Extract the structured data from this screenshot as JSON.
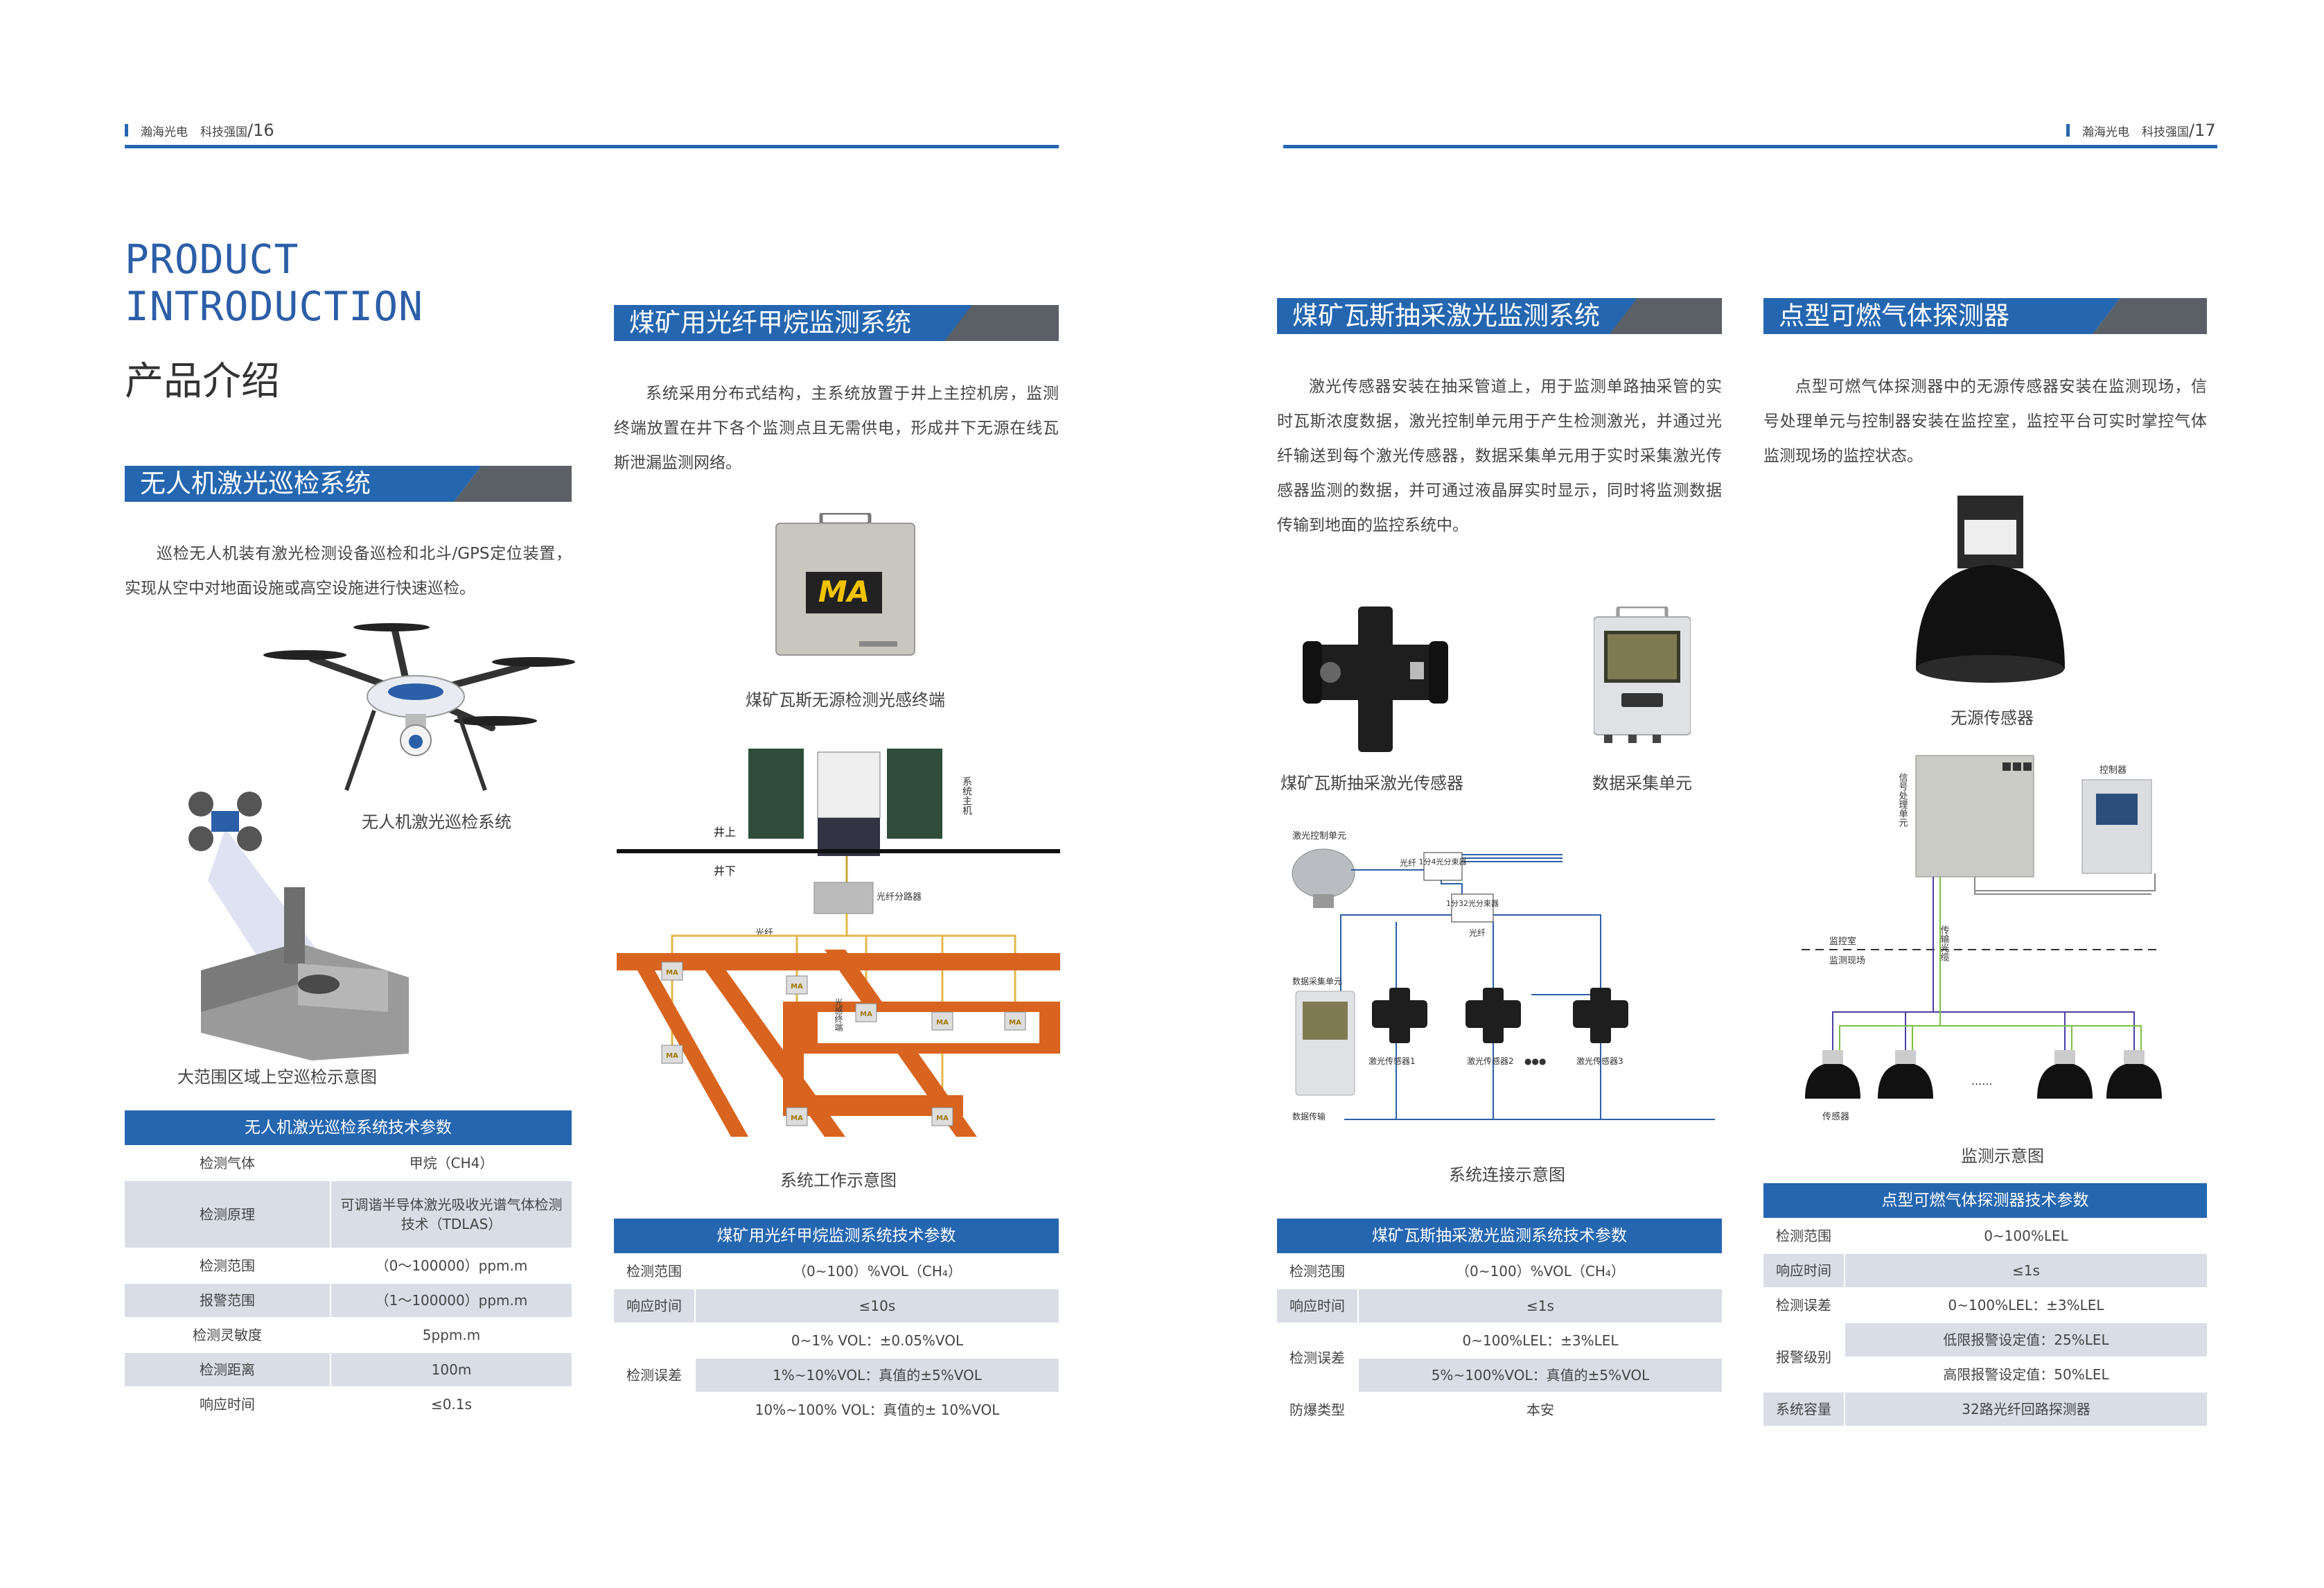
{
  "header_left": {
    "brand": "瀚海光电",
    "slogan": "科技强国",
    "page": "/16"
  },
  "header_right": {
    "brand": "瀚海光电",
    "slogan": "科技强国",
    "page": "/17"
  },
  "intro": {
    "en_line1": "PRODUCT",
    "en_line2": "INTRODUCTION",
    "cn": "产品介绍"
  },
  "uav": {
    "title": "无人机激光巡检系统",
    "desc": "巡检无人机装有激光检测设备巡检和北斗/GPS定位装置，实现从空中对地面设施或高空设施进行快速巡检。",
    "cap_drone": "无人机激光巡检系统",
    "cap_platform": "大范围区域上空巡检示意图",
    "table_title": "无人机激光巡检系统技术参数",
    "rows": [
      {
        "k": "检测气体",
        "v": "甲烷（CH4）"
      },
      {
        "k": "检测原理",
        "v": "可调谐半导体激光吸收光谱气体检测技术（TDLAS）"
      },
      {
        "k": "检测范围",
        "v": "（0～100000）ppm.m"
      },
      {
        "k": "报警范围",
        "v": "（1～100000）ppm.m"
      },
      {
        "k": "检测灵敏度",
        "v": "5ppm.m"
      },
      {
        "k": "检测距离",
        "v": "100m"
      },
      {
        "k": "响应时间",
        "v": "≤0.1s"
      }
    ]
  },
  "fiber": {
    "title": "煤矿用光纤甲烷监测系统",
    "desc": "系统采用分布式结构，主系统放置于井上主控机房，监测终端放置在井下各个监测点且无需供电，形成井下无源在线瓦斯泄漏监测网络。",
    "cap_terminal": "煤矿瓦斯无源检测光感终端",
    "terminal_logo": "MA",
    "diagram": {
      "above": "井上",
      "below": "井下",
      "host": "系统主机",
      "splitter": "光纤分路器",
      "fiber": "光纤",
      "terminal": "光感终端",
      "terminal_logo": "MA"
    },
    "cap_diagram": "系统工作示意图",
    "table_title": "煤矿用光纤甲烷监测系统技术参数",
    "rows": [
      {
        "k": "检测范围",
        "v": "（0~100）%VOL（CH₄）"
      },
      {
        "k": "响应时间",
        "v": "≤10s"
      }
    ],
    "error_key": "检测误差",
    "error_values": [
      "0~1% VOL：±0.05%VOL",
      "1%~10%VOL：真值的±5%VOL",
      "10%~100% VOL：真值的± 10%VOL"
    ]
  },
  "gas": {
    "title": "煤矿瓦斯抽采激光监测系统",
    "desc": "激光传感器安装在抽采管道上，用于监测单路抽采管的实时瓦斯浓度数据，激光控制单元用于产生检测激光，并通过光纤输送到每个激光传感器，数据采集单元用于实时采集激光传感器监测的数据，并可通过液晶屏实时显示，同时将监测数据传输到地面的监控系统中。",
    "cap_sensor": "煤矿瓦斯抽采激光传感器",
    "cap_collector": "数据采集单元",
    "diagram": {
      "laser_ctrl": "激光控制单元",
      "fiber1": "光纤",
      "split4": "1分4光分束器",
      "split32": "1分32光分束器",
      "fiber2": "光纤",
      "collector": "数据采集单元",
      "transfer": "数据传输",
      "s1": "激光传感器1",
      "s2": "激光传感器2",
      "dots": "●●●",
      "s3": "激光传感器3"
    },
    "cap_diagram": "系统连接示意图",
    "table_title": "煤矿瓦斯抽采激光监测系统技术参数",
    "rows": [
      {
        "k": "检测范围",
        "v": "（0~100）%VOL（CH₄）"
      },
      {
        "k": "响应时间",
        "v": "≤1s"
      }
    ],
    "error_key": "检测误差",
    "error_values": [
      "0~100%LEL：±3%LEL",
      "5%~100%VOL：真值的±5%VOL"
    ],
    "last": {
      "k": "防爆类型",
      "v": "本安"
    }
  },
  "point": {
    "title": "点型可燃气体探测器",
    "desc": "点型可燃气体探测器中的无源传感器安装在监测现场，信号处理单元与控制器安装在监控室，监控平台可实时掌控气体监测现场的监控状态。",
    "cap_sensor": "无源传感器",
    "diagram": {
      "signal_unit": "信号处理单元",
      "controller": "控制器",
      "room": "监控室",
      "site": "监测现场",
      "transfer": "传输光缆",
      "sensor": "传感器",
      "dots": "......"
    },
    "cap_diagram": "监测示意图",
    "table_title": "点型可燃气体探测器技术参数",
    "rows": [
      {
        "k": "检测范围",
        "v": "0~100%LEL"
      },
      {
        "k": "响应时间",
        "v": "≤1s"
      },
      {
        "k": "检测误差",
        "v": "0~100%LEL：±3%LEL"
      }
    ],
    "alarm_key": "报警级别",
    "alarm_values": [
      "低限报警设定值：25%LEL",
      "高限报警设定值：50%LEL"
    ],
    "last": {
      "k": "系统容量",
      "v": "32路光纤回路探测器"
    }
  },
  "colors": {
    "accent": "#2566b0",
    "gray": "#5b6066",
    "row_alt": "#d9dee6",
    "orange": "#d9641f"
  }
}
